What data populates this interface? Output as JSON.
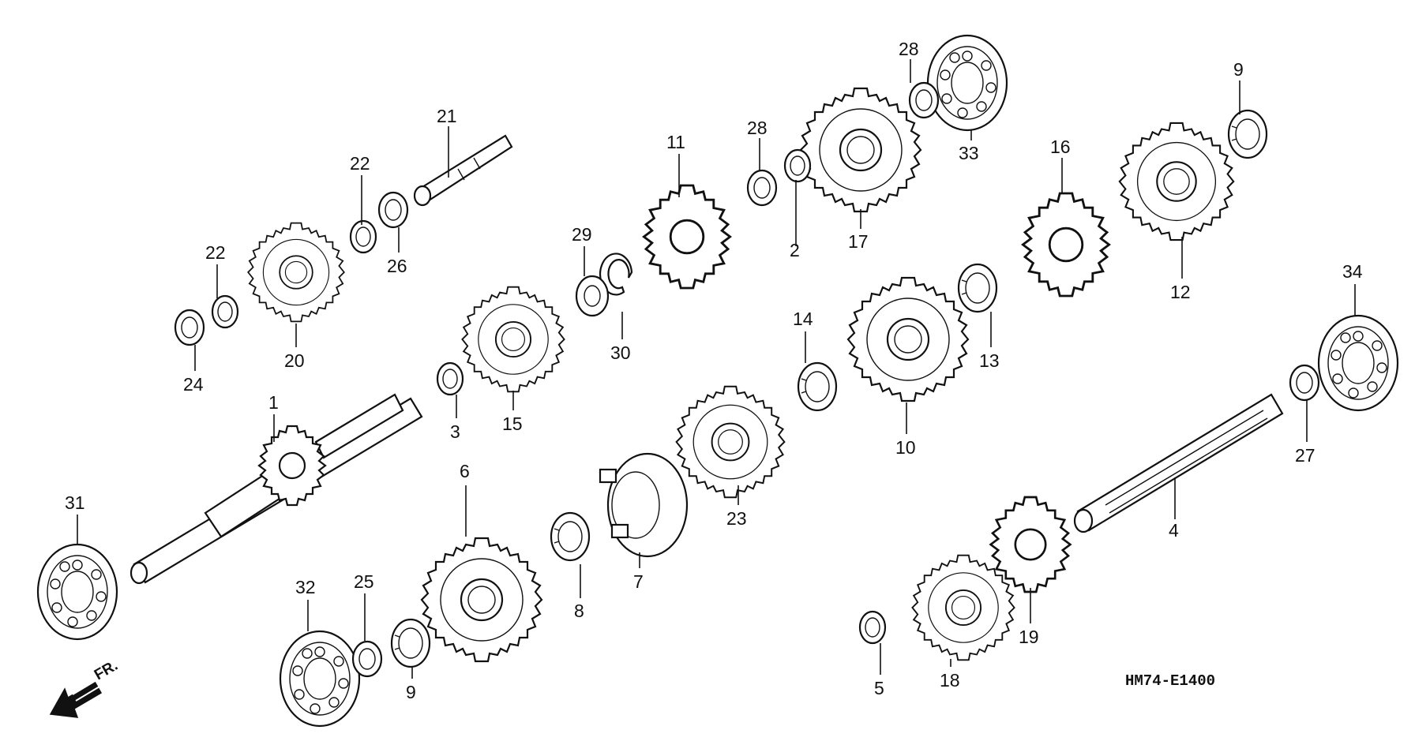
{
  "diagram": {
    "drawing_code": "HM74-E1400",
    "direction_label": "FR.",
    "callouts": {
      "c1": "1",
      "c2": "2",
      "c3": "3",
      "c4": "4",
      "c5": "5",
      "c6": "6",
      "c7": "7",
      "c8": "8",
      "c9a": "9",
      "c9b": "9",
      "c10": "10",
      "c11": "11",
      "c12": "12",
      "c13": "13",
      "c14": "14",
      "c15": "15",
      "c16": "16",
      "c17": "17",
      "c18": "18",
      "c19": "19",
      "c20": "20",
      "c21": "21",
      "c22a": "22",
      "c22b": "22",
      "c23": "23",
      "c24": "24",
      "c25": "25",
      "c26": "26",
      "c27": "27",
      "c28a": "28",
      "c28b": "28",
      "c29": "29",
      "c30": "30",
      "c31": "31",
      "c32": "32",
      "c33": "33",
      "c34": "34"
    }
  }
}
